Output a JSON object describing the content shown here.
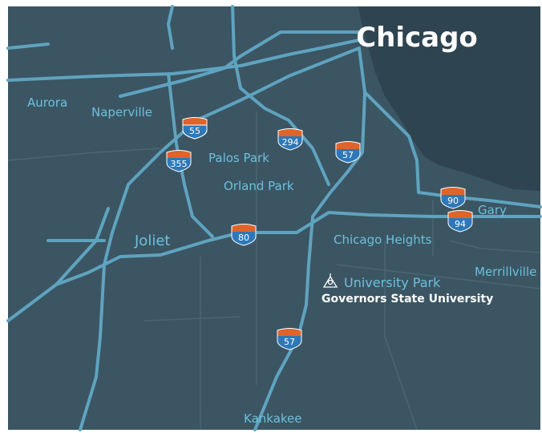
{
  "map": {
    "main_city": "Chicago",
    "cities": {
      "aurora": "Aurora",
      "naperville": "Naperville",
      "palos_park": "Palos Park",
      "orland_park": "Orland Park",
      "joliet": "Joliet",
      "chicago_heights": "Chicago Heights",
      "gary": "Gary",
      "merrillville": "Merrillville",
      "university_park": "University Park",
      "kankakee": "Kankakee"
    },
    "institution": "Governors State University",
    "highways": {
      "i55": "55",
      "i294": "294",
      "i57_north": "57",
      "i355": "355",
      "i90": "90",
      "i94": "94",
      "i80": "80",
      "i57_south": "57"
    },
    "colors": {
      "land": "#3b5563",
      "water": "#2e4450",
      "road": "#5fa3bf",
      "label": "#6ec0dc",
      "shield_top": "#e0632a",
      "shield_body": "#2f78b8"
    }
  }
}
